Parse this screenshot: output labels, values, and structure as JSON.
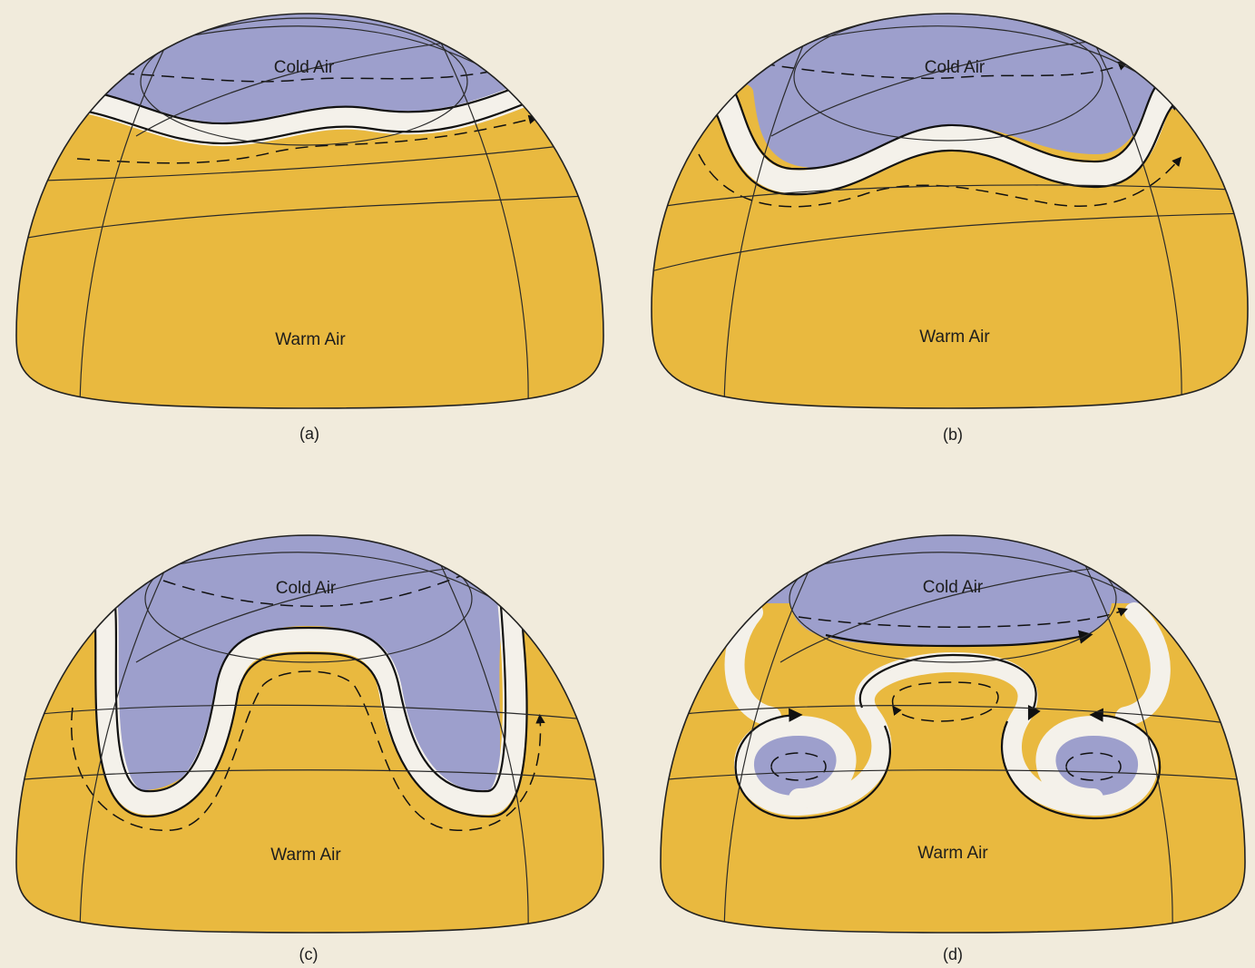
{
  "colors": {
    "warm_air": "#e9b93f",
    "cold_air": "#9d9fcc",
    "jet_band": "#f4f1ea",
    "background": "#f1ebdc"
  },
  "panels": [
    {
      "cold_label": "Cold Air",
      "warm_label": "Warm Air",
      "caption": "(a)"
    },
    {
      "cold_label": "Cold Air",
      "warm_label": "Warm Air",
      "caption": "(b)"
    },
    {
      "cold_label": "Cold Air",
      "warm_label": "Warm Air",
      "caption": "(c)"
    },
    {
      "cold_label": "Cold Air",
      "warm_label": "Warm Air",
      "caption": "(d)"
    }
  ]
}
